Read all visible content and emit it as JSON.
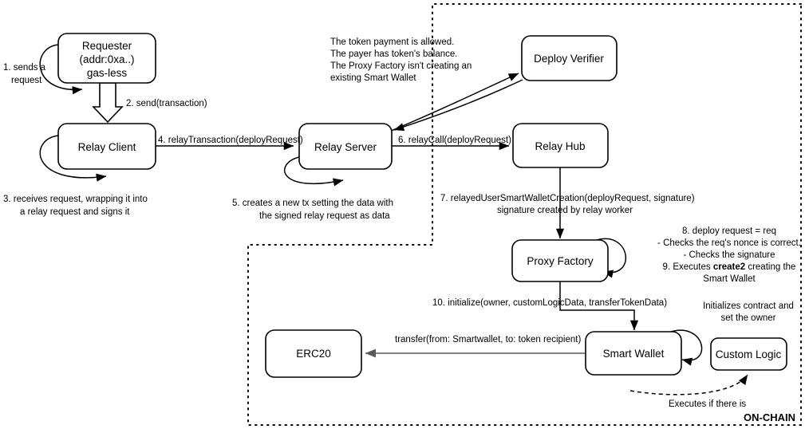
{
  "diagram": {
    "title_zone": "ON-CHAIN",
    "nodes": [
      {
        "id": "requester",
        "lines": [
          "Requester",
          "(addr:0xa..)",
          "gas-less"
        ]
      },
      {
        "id": "relayclient",
        "lines": [
          "Relay Client"
        ]
      },
      {
        "id": "relayserver",
        "lines": [
          "Relay Server"
        ]
      },
      {
        "id": "deployverifier",
        "lines": [
          "Deploy Verifier"
        ]
      },
      {
        "id": "relayhub",
        "lines": [
          "Relay Hub"
        ]
      },
      {
        "id": "proxyfactory",
        "lines": [
          "Proxy Factory"
        ]
      },
      {
        "id": "smartwallet",
        "lines": [
          "Smart Wallet"
        ]
      },
      {
        "id": "customlogic",
        "lines": [
          "Custom Logic"
        ]
      },
      {
        "id": "erc20",
        "lines": [
          "ERC20"
        ]
      }
    ],
    "edge_labels": {
      "step1": [
        "1. sends a",
        "request"
      ],
      "step2": [
        "2. send(transaction)"
      ],
      "step3": [
        "3. receives request, wrapping it into",
        "a relay request and signs it"
      ],
      "step4": [
        "4. relayTransaction(deployRequest)"
      ],
      "step5": [
        "5. creates a new tx setting the data with",
        "the signed relay request as data"
      ],
      "step6": [
        "6. relayCall(deployRequest)"
      ],
      "step7": [
        "7. relayedUserSmartWalletCreation(deployRequest, signature)",
        "signature created by relay worker"
      ],
      "step10": [
        "10. initialize(owner, customLogicData, transferTokenData)"
      ],
      "transfer": [
        "transfer(from: Smartwallet, to: token recipient)"
      ],
      "executes": [
        "Executes if there is"
      ]
    },
    "notes": {
      "verifier_checks": [
        "The token payment is allowed.",
        "The payer has token's balance.",
        "The Proxy Factory isn't creating an",
        "existing Smart Wallet"
      ],
      "factory_checks": {
        "l1": "8. deploy request = req",
        "l2": "- Checks the req's nonce is correct.",
        "l3": "- Checks the signature",
        "l4_pre": "9. Executes ",
        "l4_bold": "create2",
        "l4_post": " creating the",
        "l5": "Smart Wallet"
      },
      "customlogic_note": [
        "Initializes contract and",
        "set the owner"
      ]
    },
    "colors": {
      "stroke": "#000000",
      "transfer_arrow": "#595959",
      "background": "#ffffff"
    }
  }
}
